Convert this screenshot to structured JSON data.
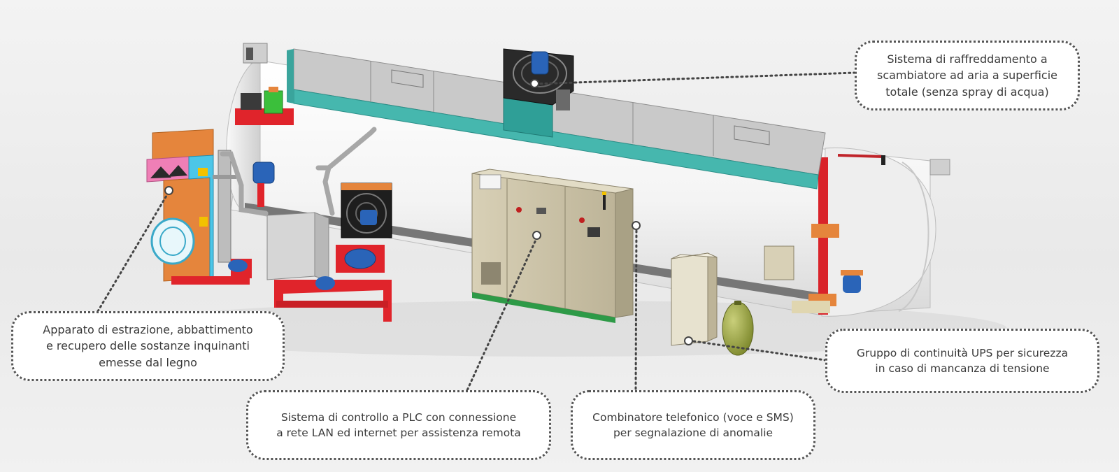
{
  "callouts": {
    "cooling": {
      "line1": "Sistema di raffreddamento a",
      "line2": "scambiatore ad aria a superficie",
      "line3": "totale (senza spray di acqua)"
    },
    "extraction": {
      "line1": "Apparato di estrazione, abbattimento",
      "line2": "e recupero delle sostanze inquinanti",
      "line3": "emesse dal legno"
    },
    "ups": {
      "line1": "Gruppo di continuità UPS per sicurezza",
      "line2": "in caso di mancanza di tensione"
    },
    "plc": {
      "line1": "Sistema di controllo a PLC con connessione",
      "line2": "a rete LAN ed internet per assistenza remota"
    },
    "phone": {
      "line1": "Combinatore telefonico (voce e SMS)",
      "line2": "per segnalazione di anomalie"
    }
  },
  "colors": {
    "tank": "#f7f7f7",
    "roof": "#bfbfbf",
    "roof_edge": "#46b7ae",
    "red_frame": "#e0242b",
    "orange": "#e5853c",
    "cyan": "#4cc6e8",
    "pink": "#ef7fb6",
    "panel_beige": "#cfc7ad",
    "blue_motor": "#2a64b8",
    "green": "#2e9a47"
  },
  "icons": [
    "fan-icon",
    "motor-icon",
    "control-cabinet-icon",
    "ups-cabinet-icon",
    "gas-tank-icon"
  ]
}
